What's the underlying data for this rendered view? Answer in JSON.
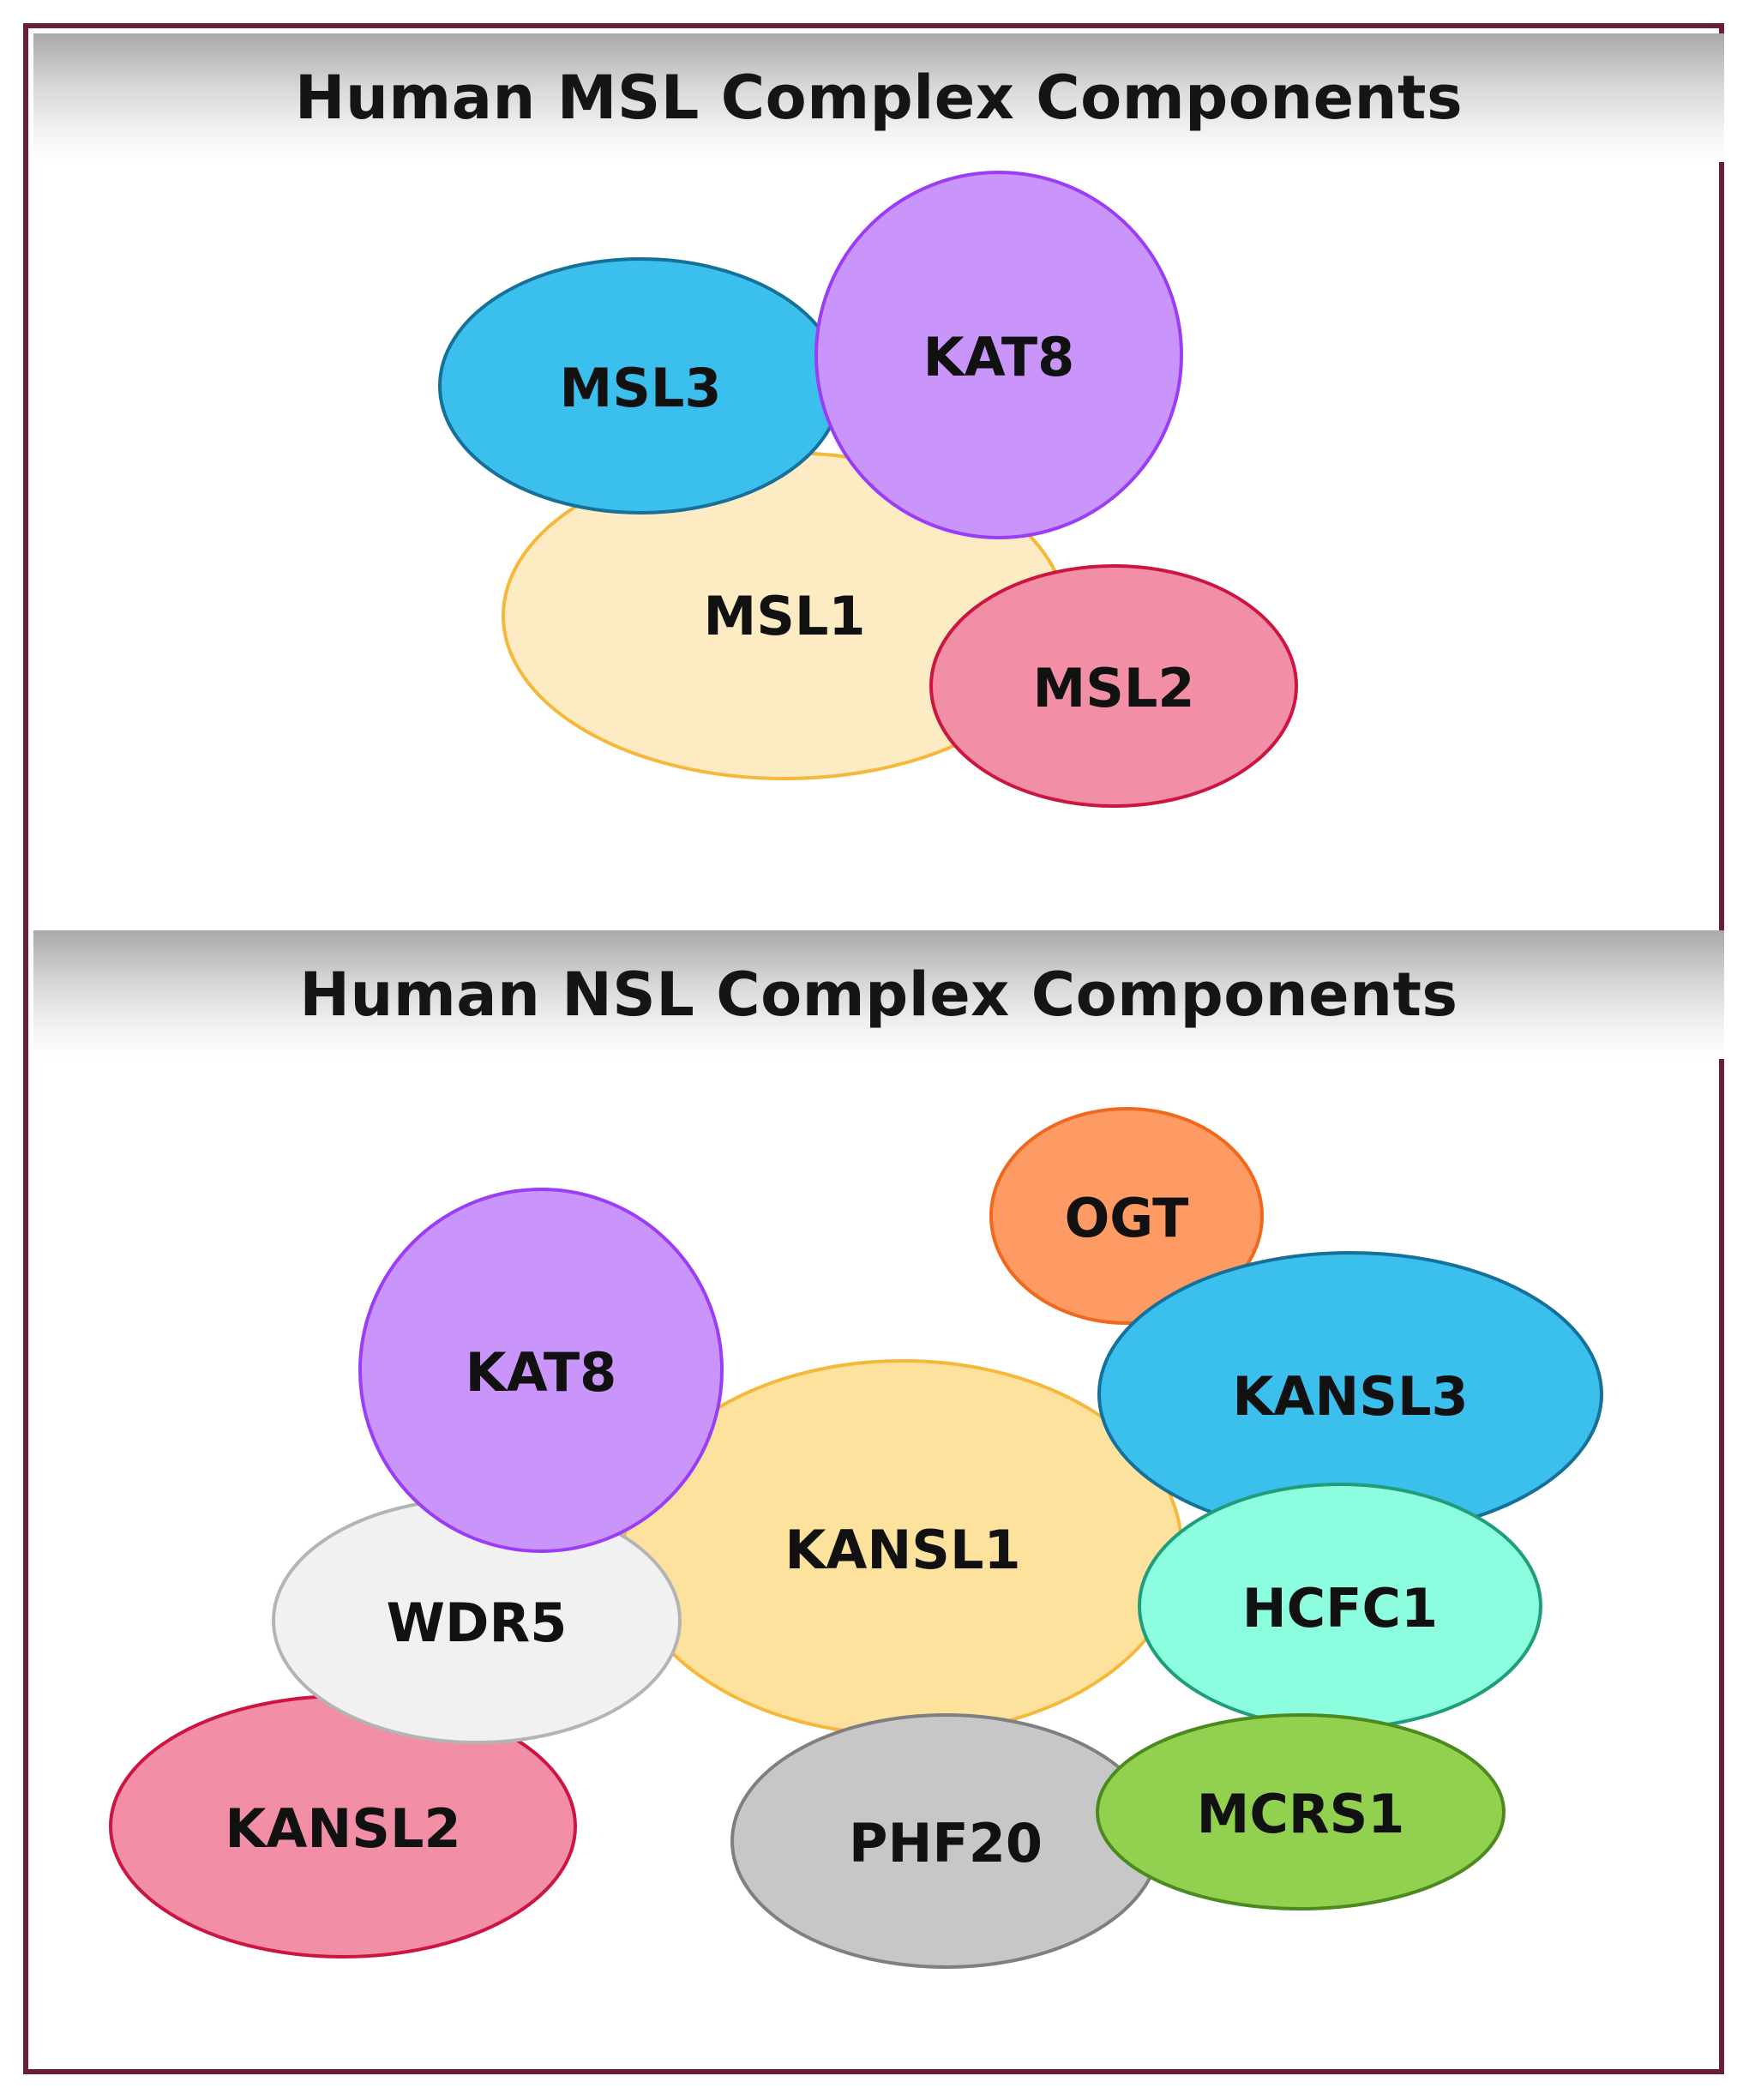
{
  "panels": {
    "msl": {
      "title": "Human MSL Complex Components",
      "components": {
        "msl1": "MSL1",
        "msl3": "MSL3",
        "kat8": "KAT8",
        "msl2": "MSL2"
      }
    },
    "nsl": {
      "title": "Human NSL Complex Components",
      "components": {
        "kansl1": "KANSL1",
        "kat8": "KAT8",
        "wdr5": "WDR5",
        "kansl2": "KANSL2",
        "ogt": "OGT",
        "kansl3": "KANSL3",
        "hcfc1": "HCFC1",
        "phf20": "PHF20",
        "mcrs1": "MCRS1"
      }
    }
  },
  "colors": {
    "frame": "#6b1f35",
    "msl1": "#fdebc3",
    "msl3": "#3bbfec",
    "kat8": "#c995fb",
    "msl2": "#f28ea6",
    "kansl1": "#fde29e",
    "wdr5": "#f1f1f1",
    "kansl2": "#f28ea6",
    "ogt": "#fe9a63",
    "kansl3": "#3bbfec",
    "hcfc1": "#8dfde0",
    "phf20": "#c7c7c7",
    "mcrs1": "#92d050"
  }
}
